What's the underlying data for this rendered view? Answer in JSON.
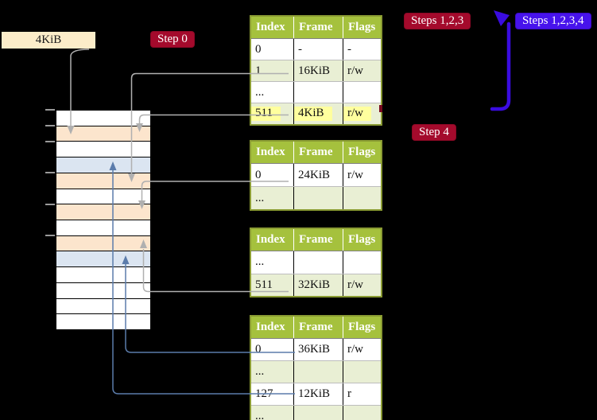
{
  "palette": {
    "crimson": "#a40a2c",
    "blueviolet": "#4713ec",
    "headergreen": "#a5c13d",
    "rowgreen": "#e9efd4",
    "olive": "#8a9b33",
    "yellow": "#ffff9e",
    "peach": "#fce5cd",
    "lightblue": "#dbe5f1",
    "cream": "#fcedc9",
    "grayline": "#b0b0b0",
    "steel": "#5b7cab",
    "arrowblue": "#3a0ce0",
    "background": "#000000"
  },
  "labels": {
    "root_frame": "4KiB",
    "step0": "Step 0",
    "steps123": "Steps 1,2,3",
    "steps1234": "Steps 1,2,3,4",
    "step4": "Step 4"
  },
  "table_headers": [
    "Index",
    "Frame",
    "Flags"
  ],
  "tables": [
    {
      "name": "page-table-top",
      "rows": [
        {
          "cells": [
            "0",
            "-",
            "-"
          ]
        },
        {
          "cells": [
            "1",
            "16KiB",
            "r/w"
          ]
        },
        {
          "cells": [
            "...",
            "",
            ""
          ]
        },
        {
          "cells": [
            "511",
            "4KiB",
            "r/w"
          ],
          "highlight": true
        }
      ]
    },
    {
      "name": "page-table-second",
      "rows": [
        {
          "cells": [
            "0",
            "24KiB",
            "r/w"
          ]
        },
        {
          "cells": [
            "...",
            "",
            ""
          ]
        }
      ]
    },
    {
      "name": "page-table-third",
      "rows": [
        {
          "cells": [
            "...",
            "",
            ""
          ]
        },
        {
          "cells": [
            "511",
            "32KiB",
            "r/w"
          ]
        }
      ]
    },
    {
      "name": "page-table-bottom",
      "rows": [
        {
          "cells": [
            "0",
            "36KiB",
            "r/w"
          ]
        },
        {
          "cells": [
            "...",
            "",
            ""
          ]
        },
        {
          "cells": [
            "127",
            "12KiB",
            "r"
          ]
        },
        {
          "cells": [
            "...",
            "",
            ""
          ]
        }
      ]
    }
  ],
  "memory_rows": [
    "white",
    "peach",
    "white",
    "blue",
    "peach",
    "white",
    "peach",
    "white",
    "peach",
    "blue",
    "white",
    "white",
    "white",
    "white"
  ],
  "tick_boundaries": [
    0,
    1,
    2,
    4,
    6,
    8
  ]
}
